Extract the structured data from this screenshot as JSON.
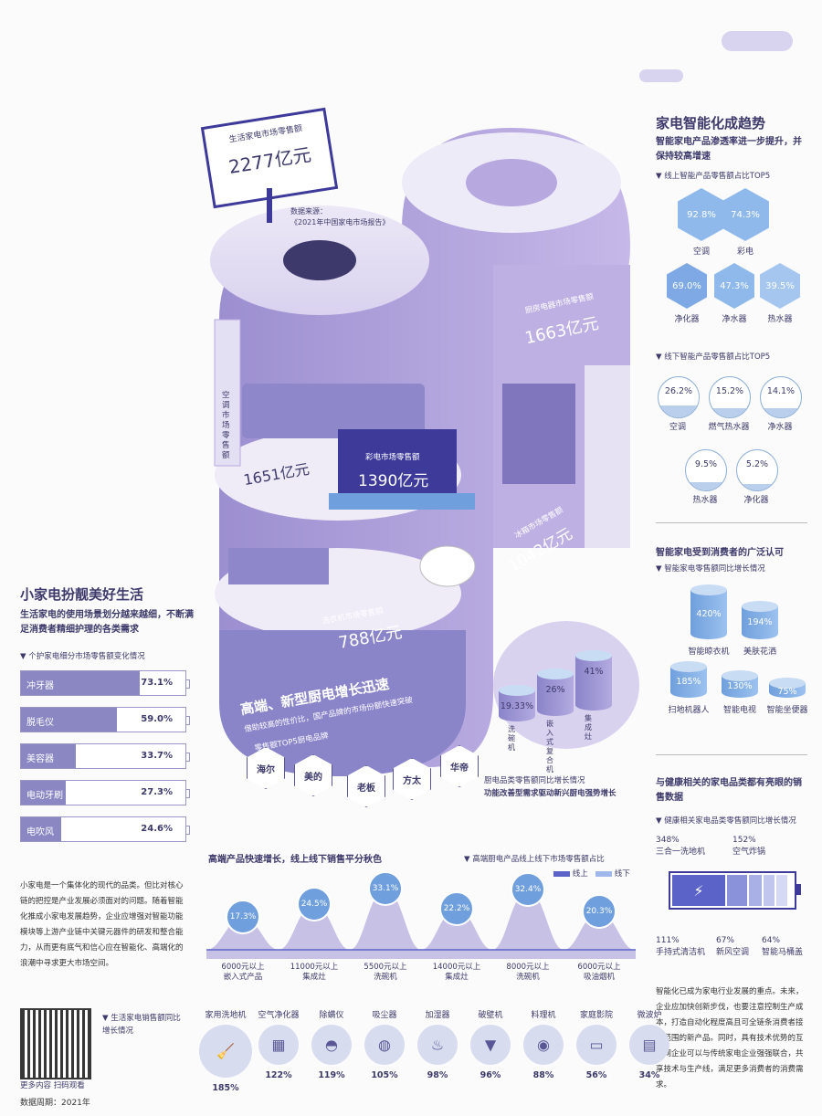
{
  "retail_sign": {
    "label": "生活家电市场零售额",
    "value": "2277亿元"
  },
  "source": {
    "line1": "数据来源：",
    "line2": "《2021年中国家电市场报告》"
  },
  "center_labels": {
    "aircon": {
      "label": "空调市场零售额",
      "value": "1651亿元"
    },
    "tv": {
      "label": "彩电市场零售额",
      "value": "1390亿元"
    },
    "kitchen": {
      "label": "厨房电器市场零售额",
      "value": "1663亿元"
    },
    "fridge": {
      "label": "冰箱市场零售额",
      "value": "1042亿元"
    },
    "washer": {
      "label": "洗衣机市场零售额",
      "value": "788亿元"
    }
  },
  "highend": {
    "title": "高端、新型厨电增长迅速",
    "subtitle": "借助较高的性价比，国产品牌的市场份额快速突破",
    "brands_title": "零售额TOP5厨电品牌",
    "brands": [
      "海尔",
      "美的",
      "老板",
      "方太",
      "华帝"
    ]
  },
  "kitchen_growth": {
    "note_title": "厨电品类零售额同比增长情况",
    "note_sub": "功能改善型需求驱动新兴厨电强势增长",
    "items": [
      {
        "name": "洗碗机",
        "value": "19.33%"
      },
      {
        "name": "嵌入式复合机",
        "value": "26%"
      },
      {
        "name": "集成灶",
        "value": "41%"
      }
    ]
  },
  "left": {
    "title": "小家电扮靓美好生活",
    "intro": "生活家电的使用场景划分越来越细，不断满足消费者精细护理的各类需求",
    "bullet": "个护家电细分市场零售额变化情况",
    "bars": [
      {
        "name": "冲牙器",
        "value": "73.1%",
        "pct": 73.1
      },
      {
        "name": "脱毛仪",
        "value": "59.0%",
        "pct": 59.0
      },
      {
        "name": "美容器",
        "value": "33.7%",
        "pct": 33.7
      },
      {
        "name": "电动牙刷",
        "value": "27.3%",
        "pct": 27.3
      },
      {
        "name": "电吹风",
        "value": "24.6%",
        "pct": 24.6
      }
    ],
    "paragraph": "小家电是一个集体化的现代的品类。但比对核心链的把控是产业发展必须面对的问题。随着智能化推成小家电发展趋势，企业应增强对智能功能模块等上游产业链中关键元器件的研发和整合能力，从而更有底气和信心应在智能化、高端化的浪潮中寻求更大市场空间。"
  },
  "right": {
    "title": "家电智能化成趋势",
    "subtitle": "智能家电产品渗透率进一步提升，并保持较高增速",
    "online_bullet": "线上智能产品零售额占比TOP5",
    "online": [
      {
        "name": "空调",
        "value": "92.8%"
      },
      {
        "name": "彩电",
        "value": "74.3%"
      },
      {
        "name": "净化器",
        "value": "69.0%"
      },
      {
        "name": "净水器",
        "value": "47.3%"
      },
      {
        "name": "热水器",
        "value": "39.5%"
      }
    ],
    "offline_bullet": "线下智能产品零售额占比TOP5",
    "offline": [
      {
        "name": "空调",
        "value": "26.2%",
        "fill": 0.262
      },
      {
        "name": "燃气热水器",
        "value": "15.2%",
        "fill": 0.152
      },
      {
        "name": "净水器",
        "value": "14.1%",
        "fill": 0.141
      },
      {
        "name": "热水器",
        "value": "9.5%",
        "fill": 0.095
      },
      {
        "name": "净化器",
        "value": "5.2%",
        "fill": 0.052
      }
    ],
    "recog_title": "智能家电受到消费者的广泛认可",
    "recog_bullet": "智能家电零售额同比增长情况",
    "recog": [
      {
        "name": "智能晾衣机",
        "value": "420%"
      },
      {
        "name": "美肤花洒",
        "value": "194%"
      },
      {
        "name": "扫地机器人",
        "value": "185%"
      },
      {
        "name": "智能电视",
        "value": "130%"
      },
      {
        "name": "智能坐便器",
        "value": "75%"
      }
    ],
    "health_title": "与健康相关的家电品类都有亮眼的销售数据",
    "health_bullet": "健康相关家电品类零售额同比增长情况",
    "health": [
      {
        "value": "348%",
        "name": "三合一洗地机"
      },
      {
        "value": "152%",
        "name": "空气炸锅"
      },
      {
        "value": "111%",
        "name": "手持式清洁机"
      },
      {
        "value": "67%",
        "name": "新风空调"
      },
      {
        "value": "64%",
        "name": "智能马桶盖"
      }
    ],
    "paragraph": "智能化已成为家电行业发展的重点。未来，企业应加快创新步伐，也要注意控制生产成本，打造自动化程度高且可全链条消费者接受范围的新产品。同时，具有技术优势的互联网企业可以与传统家电企业强强联合，共享技术与生产线，满足更多消费者的消费需求。"
  },
  "mid": {
    "title": "高端产品快速增长，线上线下销售平分秋色",
    "legend_bullet": "高端厨电产品线上线下市场零售额占比",
    "legend_online": "线上",
    "legend_offline": "线下",
    "peaks": [
      {
        "value": "17.3%",
        "line1": "6000元以上",
        "line2": "嵌入式产品",
        "height": 17.3
      },
      {
        "value": "24.5%",
        "line1": "11000元以上",
        "line2": "集成灶",
        "height": 24.5
      },
      {
        "value": "33.1%",
        "line1": "5500元以上",
        "line2": "洗碗机",
        "height": 33.1
      },
      {
        "value": "22.2%",
        "line1": "14000元以上",
        "line2": "集成灶",
        "height": 22.2
      },
      {
        "value": "32.4%",
        "line1": "8000元以上",
        "line2": "洗碗机",
        "height": 32.4
      },
      {
        "value": "20.3%",
        "line1": "6000元以上",
        "line2": "吸油烟机",
        "height": 20.3
      }
    ]
  },
  "bottom": {
    "bullet_line1": "生活家电销售额同比",
    "bullet_line2": "增长情况",
    "qr_line1": "更多内容 扫码观看",
    "period": "数据周期：2021年",
    "items": [
      {
        "name": "家用洗地机",
        "value": "185%",
        "icon": "floor-washer-icon"
      },
      {
        "name": "空气净化器",
        "value": "122%",
        "icon": "air-purifier-icon"
      },
      {
        "name": "除螨仪",
        "value": "119%",
        "icon": "mite-remover-icon"
      },
      {
        "name": "吸尘器",
        "value": "105%",
        "icon": "vacuum-icon"
      },
      {
        "name": "加湿器",
        "value": "98%",
        "icon": "humidifier-icon"
      },
      {
        "name": "破壁机",
        "value": "96%",
        "icon": "blender-icon"
      },
      {
        "name": "料理机",
        "value": "88%",
        "icon": "food-processor-icon"
      },
      {
        "name": "家庭影院",
        "value": "56%",
        "icon": "projector-icon"
      },
      {
        "name": "微波炉",
        "value": "34%",
        "icon": "microwave-icon"
      }
    ]
  }
}
